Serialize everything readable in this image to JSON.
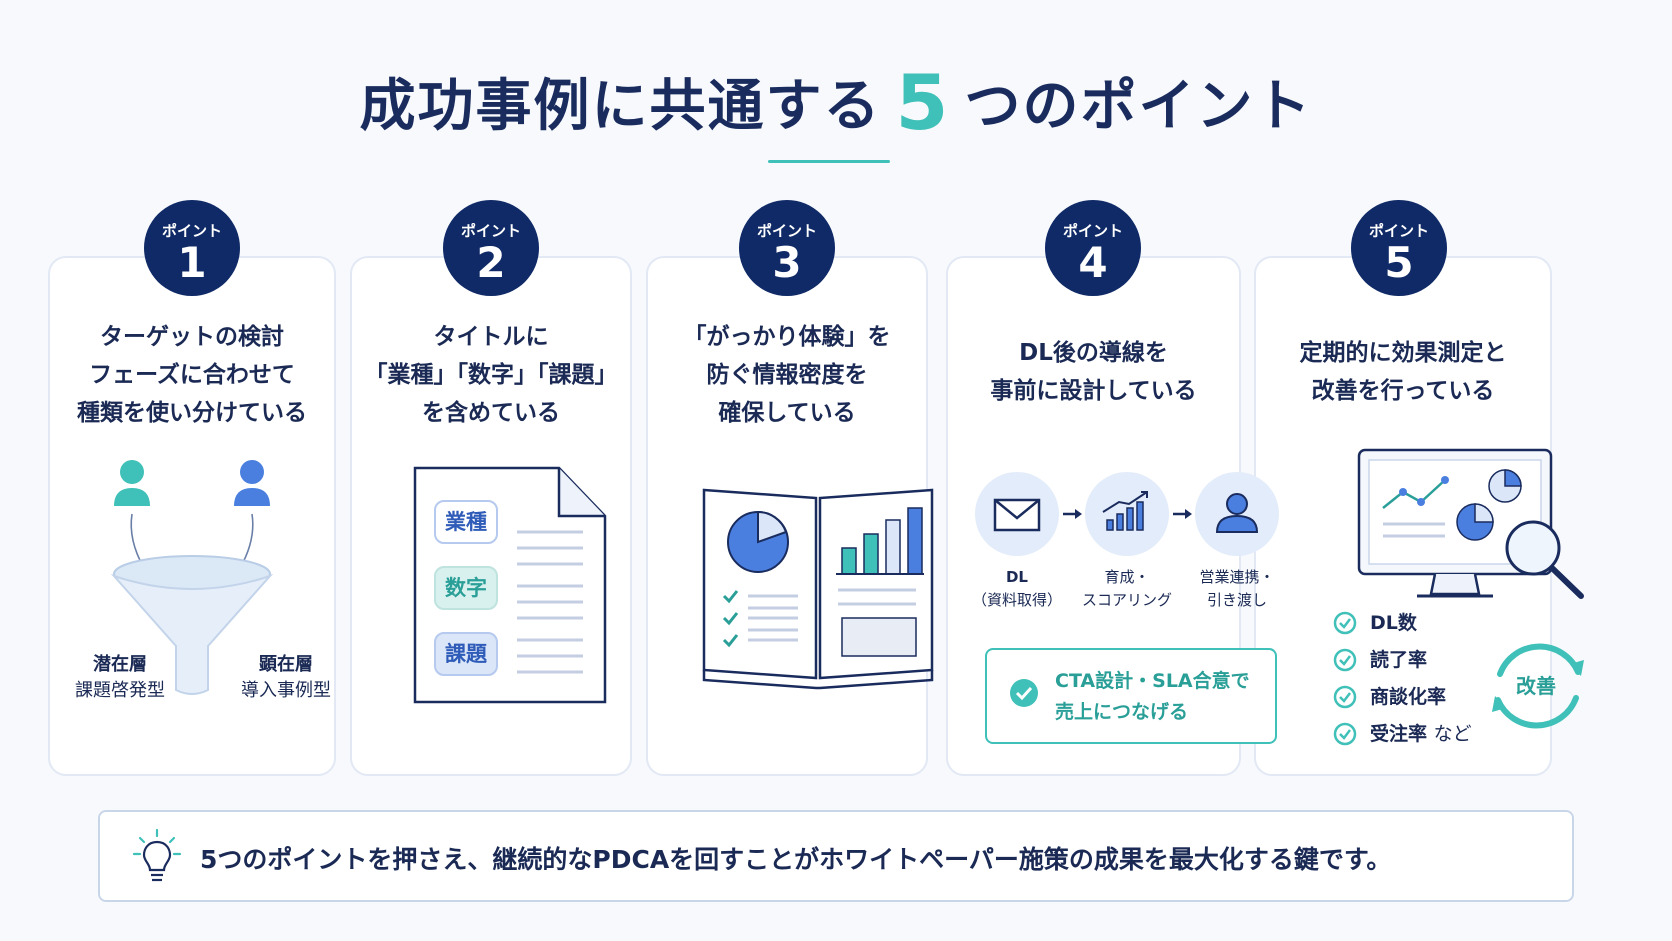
{
  "title": {
    "before": "成功事例に共通する",
    "number": "5",
    "after": "つのポイント"
  },
  "badge_label": "ポイント",
  "points": [
    {
      "number": "1",
      "heading": [
        "ターゲットの検討",
        "フェーズに合わせて",
        "種類を使い分けている"
      ],
      "left_label": {
        "main": "潜在層",
        "sub": "課題啓発型"
      },
      "right_label": {
        "main": "顕在層",
        "sub": "導入事例型"
      }
    },
    {
      "number": "2",
      "heading": [
        "タイトルに",
        "「業種」「数字」「課題」",
        "を含めている"
      ],
      "chips": [
        "業種",
        "数字",
        "課題"
      ]
    },
    {
      "number": "3",
      "heading": [
        "「がっかり体験」を",
        "防ぐ情報密度を",
        "確保している"
      ]
    },
    {
      "number": "4",
      "heading": [
        "DL後の導線を",
        "事前に設計している"
      ],
      "flow": [
        {
          "line1": "DL",
          "line2": "（資料取得）",
          "icon": "envelope-icon"
        },
        {
          "line1": "育成・",
          "line2": "スコアリング",
          "icon": "growth-chart-icon"
        },
        {
          "line1": "営業連携・",
          "line2": "引き渡し",
          "icon": "person-icon"
        }
      ],
      "cta": [
        "CTA設計・SLA合意で",
        "売上につなげる"
      ]
    },
    {
      "number": "5",
      "heading": [
        "定期的に効果測定と",
        "改善を行っている"
      ],
      "metrics": [
        "DL数",
        "読了率",
        "商談化率",
        "受注率"
      ],
      "metrics_suffix": "など",
      "cycle_label": "改善"
    }
  ],
  "footer": "5つのポイントを押さえ、継続的なPDCAを回すことがホワイトペーパー施策の成果を最大化する鍵です。",
  "colors": {
    "navy": "#0f2a66",
    "teal": "#3fc0b8",
    "blue": "#4a7fe0",
    "border": "#e2e9f4"
  }
}
